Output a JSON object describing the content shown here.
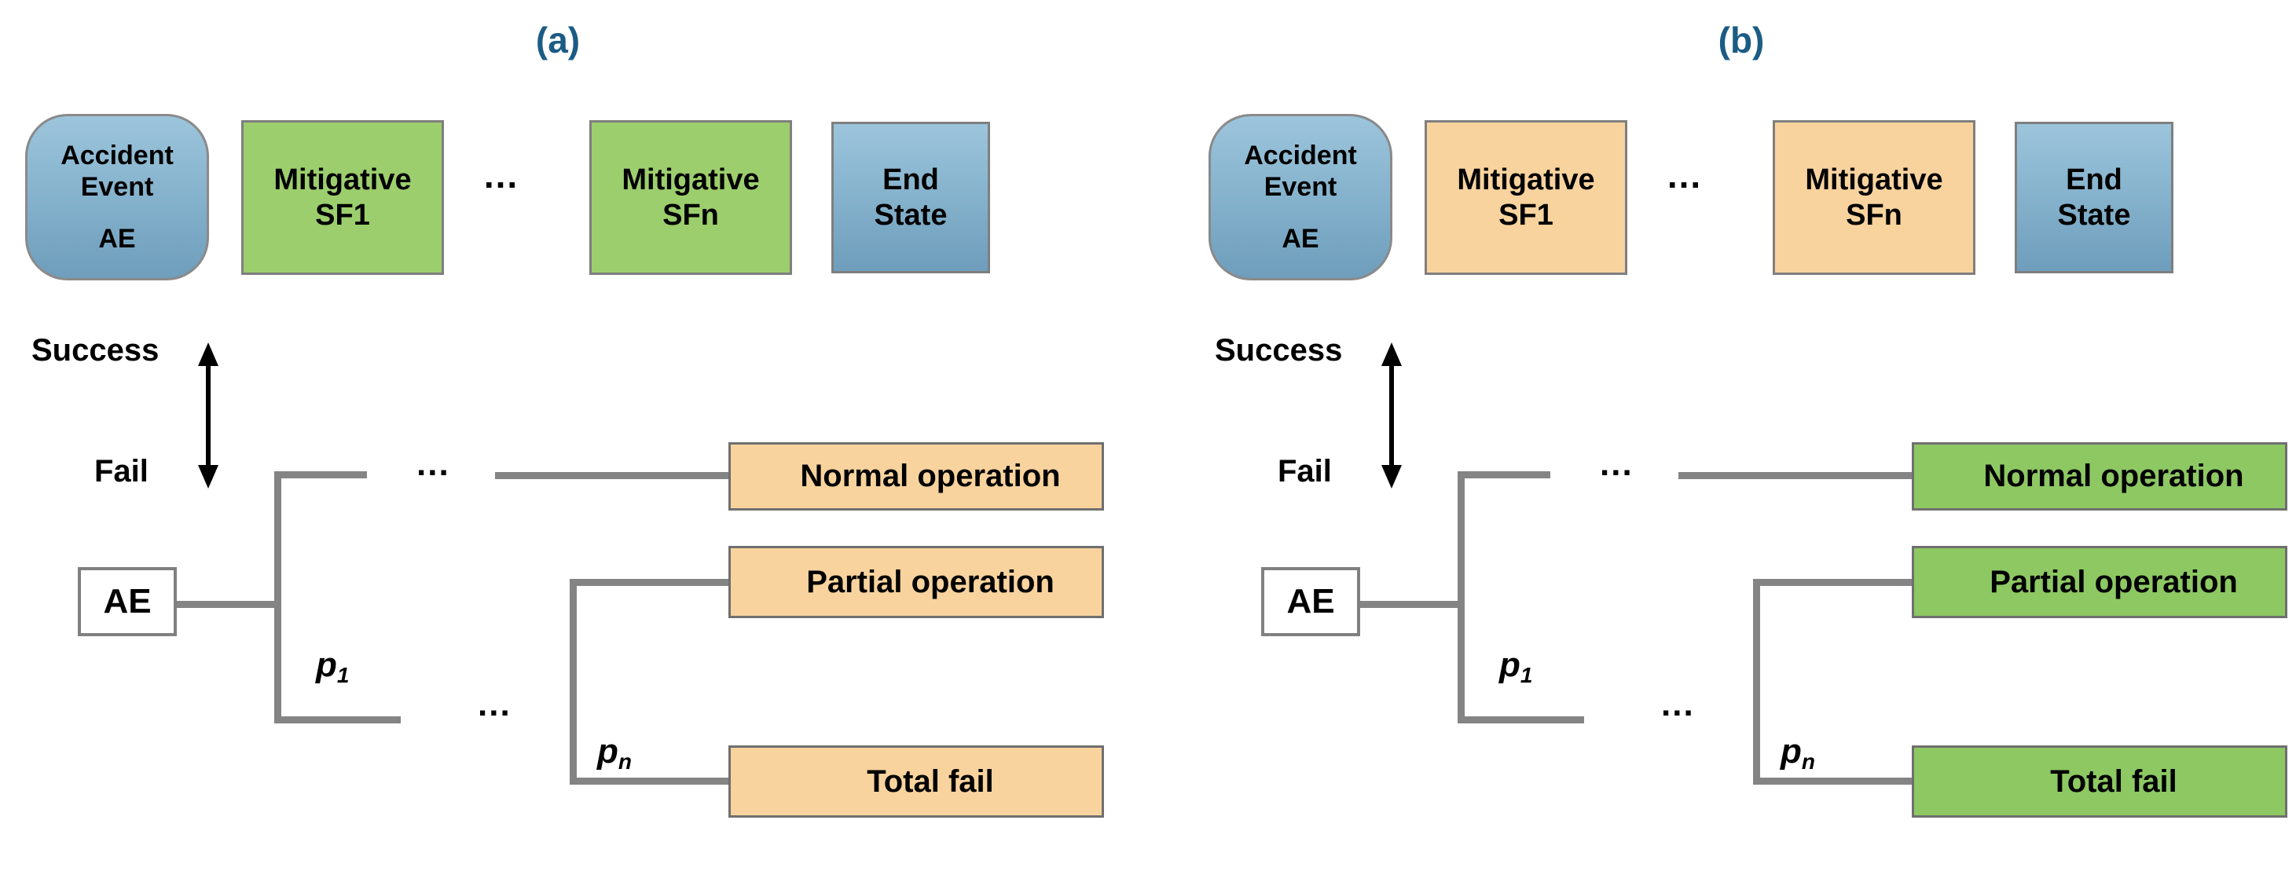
{
  "colors": {
    "title_blue": "#1B5C84",
    "sf_green": "#9CCE6D",
    "outcome_green": "#8DC863",
    "sf_orange": "#F8D39E",
    "outcome_orange": "#F8D39E",
    "blue_box_top": "#9CC5DC",
    "blue_box_bottom": "#6E9EBC",
    "line_gray": "#848484",
    "border_gray": "#7F7F7F"
  },
  "panels": {
    "a": {
      "title": "(a)",
      "sf_fill": "#9CCE6D",
      "outcome_fill": "#F8D39E",
      "accident_event": {
        "line1": "Accident",
        "line2": "Event",
        "abbr": "AE"
      },
      "sf1": {
        "line1": "Mitigative",
        "line2": "SF1"
      },
      "header_dots": "...",
      "sfn": {
        "line1": "Mitigative",
        "line2": "SFn"
      },
      "end_state": {
        "line1": "End",
        "line2": "State"
      },
      "tree": {
        "success_label": "Success",
        "fail_label": "Fail",
        "ae_label": "AE",
        "p1": {
          "base": "p",
          "sub": "1"
        },
        "pn": {
          "base": "p",
          "sub": "n"
        },
        "dots_top": "...",
        "dots_bottom": "...",
        "outcomes": [
          "Normal operation",
          "Partial operation",
          "Total fail"
        ]
      }
    },
    "b": {
      "title": "(b)",
      "sf_fill": "#F8D39E",
      "outcome_fill": "#8DC863",
      "accident_event": {
        "line1": "Accident",
        "line2": "Event",
        "abbr": "AE"
      },
      "sf1": {
        "line1": "Mitigative",
        "line2": "SF1"
      },
      "header_dots": "...",
      "sfn": {
        "line1": "Mitigative",
        "line2": "SFn"
      },
      "end_state": {
        "line1": "End",
        "line2": "State"
      },
      "tree": {
        "success_label": "Success",
        "fail_label": "Fail",
        "ae_label": "AE",
        "p1": {
          "base": "p",
          "sub": "1"
        },
        "pn": {
          "base": "p",
          "sub": "n"
        },
        "dots_top": "...",
        "dots_bottom": "...",
        "outcomes": [
          "Normal operation",
          "Partial operation",
          "Total fail"
        ]
      }
    }
  }
}
